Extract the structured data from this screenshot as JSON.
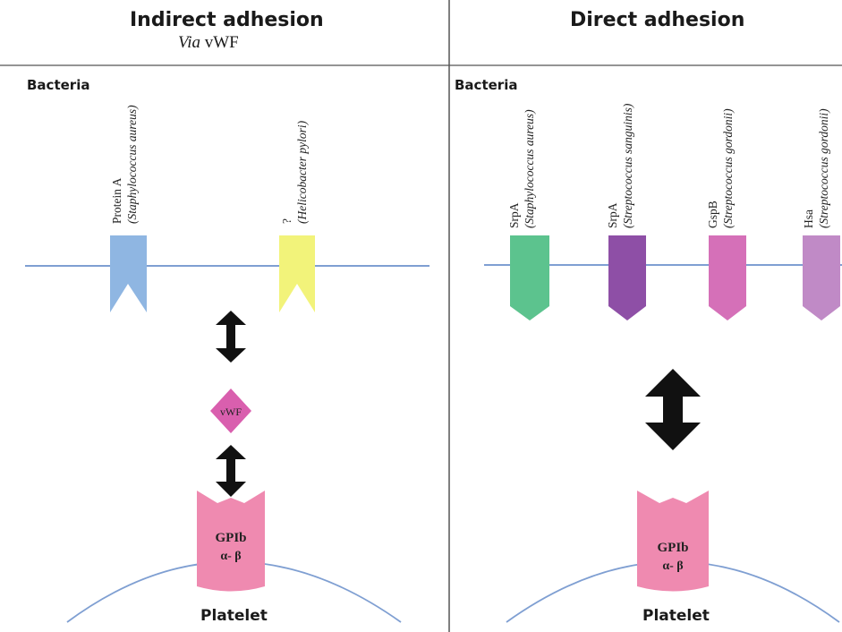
{
  "left_panel": {
    "title": "Indirect adhesion",
    "subtitle_italic": "Via",
    "subtitle_rest": " vWF",
    "bacteria_label": "Bacteria",
    "adhesins": [
      {
        "protein": "Protein  A",
        "organism": "(Staphylococcus aureus)",
        "color": "#8fb6e2"
      },
      {
        "protein": "?",
        "organism": "(Helicobacter pylori)",
        "color": "#f2f37a"
      }
    ],
    "bridge_label": "vWF",
    "bridge_color": "#d95fae",
    "receptor_line1": "GPIb",
    "receptor_line2": "α- β",
    "cell_label": "Platelet"
  },
  "right_panel": {
    "title": "Direct adhesion",
    "bacteria_label": "Bacteria",
    "adhesins": [
      {
        "protein": "SrpA",
        "organism": "(Staphylococcus  aureus)",
        "color": "#5cc38e"
      },
      {
        "protein": "SrpA",
        "organism": "(Streptococcus  sanguinis)",
        "color": "#8e4fa6"
      },
      {
        "protein": "GspB",
        "organism": "(Streptococcus  gordonii)",
        "color": "#d570b8"
      },
      {
        "protein": "Hsa",
        "organism": "(Streptococcus  gordonii)",
        "color": "#c08ac6"
      }
    ],
    "receptor_line1": "GPIb",
    "receptor_line2": "α- β",
    "cell_label": "Platelet"
  },
  "colors": {
    "membrane": "#7f9fd2",
    "receptor": "#ef8ab0",
    "arrow": "#111111",
    "divider": "#555555"
  }
}
